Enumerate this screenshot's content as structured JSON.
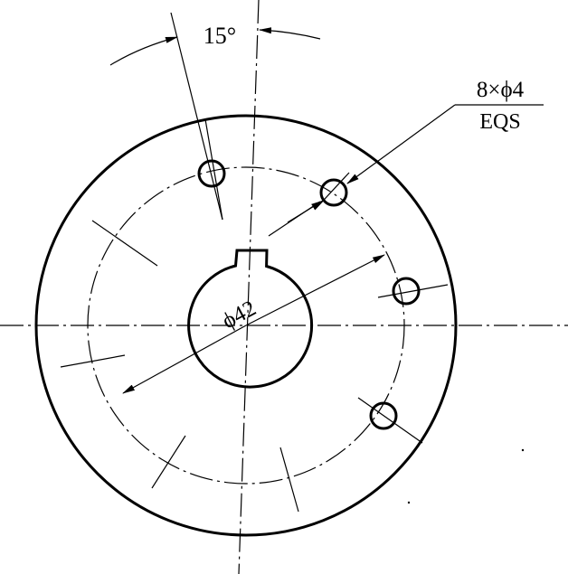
{
  "angle_dim": {
    "text": "15°"
  },
  "hole_callout": {
    "line1": "8×ϕ4",
    "line2": "EQS"
  },
  "pcd_dim": {
    "text": "ϕ42"
  }
}
